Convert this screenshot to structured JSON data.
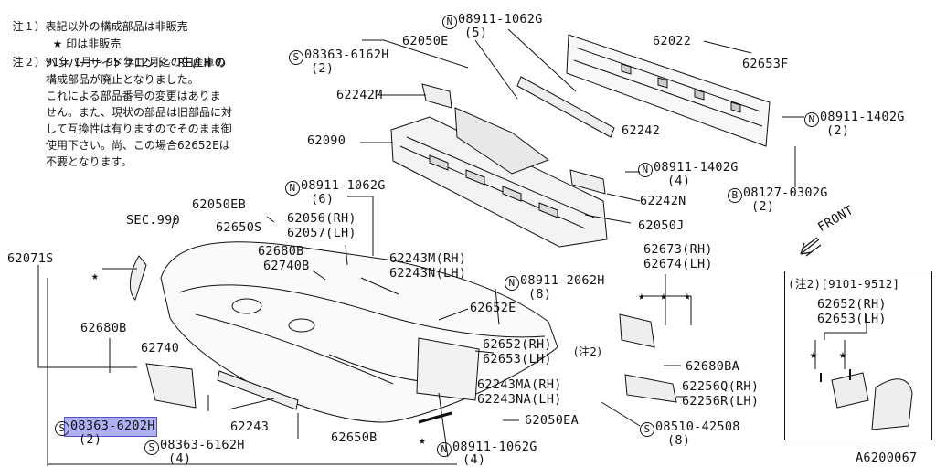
{
  "notes": {
    "n1_prefix": "注１）",
    "n1_text": "表記以外の構成部品は非販売",
    "n1b_text": "★ 印は非販売",
    "n2_prefix": "注２）",
    "n2_lines": [
      "91年 1月～ 95 年12月迄の生産車の",
      "バンパーサイドフロント　RH/LH の",
      "構成部品が廃止となりました。",
      "これによる部品番号の変更はありま",
      "せん。また、現状の部品は旧部品に対",
      "して互換性は有りますのでそのまま御",
      "使用下さい。尚、この場合62652Eは",
      "不要となります。"
    ]
  },
  "labels": {
    "p08911_1062g_top": "08911-1062G",
    "q5": "(5)",
    "p62050e": "62050E",
    "p08363_6162h_top": "08363-6162H",
    "q2a": "(2)",
    "p62022": "62022",
    "p62653f": "62653F",
    "p62242m": "62242M",
    "p08911_1402g_right": "08911-1402G",
    "q2b": "(2)",
    "p62242": "62242",
    "p62090": "62090",
    "p08911_1402g_mid": "08911-1402G",
    "q4a": "(4)",
    "p08127_0302g": "08127-0302G",
    "q2c": "(2)",
    "p08911_1062g_mid": "08911-1062G",
    "q6": "(6)",
    "p62242n": "62242N",
    "p62050eb": "62050EB",
    "sec990": "SEC.990",
    "p62650s": "62650S",
    "p62056": "62056(RH)",
    "p62057": "62057(LH)",
    "p62050j": "62050J",
    "front": "FRONT",
    "p62071s": "62071S",
    "p62680b_top": "62680B",
    "p62740b": "62740B",
    "p62243m": "62243M(RH)",
    "p62243n": "62243N(LH)",
    "p62673": "62673(RH)",
    "p62674": "62674(LH)",
    "p08911_2062h": "08911-2062H",
    "q8a": "(8)",
    "p62652e": "62652E",
    "inset_title": "(注2)[9101-9512]",
    "inset_p62652": "62652(RH)",
    "inset_p62653": "62653(LH)",
    "p62680b_left": "62680B",
    "p62740": "62740",
    "p62652_rh": "62652(RH)",
    "note2_ref": "(注2)",
    "p62653_lh": "62653(LH)",
    "p62680ba": "62680BA",
    "p62243ma": "62243MA(RH)",
    "p62243na": "62243NA(LH)",
    "p62256q": "62256Q(RH)",
    "p62256r": "62256R(LH)",
    "p08363_6202h": "08363-6202H",
    "q2d": "(2)",
    "p62243": "62243",
    "p62050ea": "62050EA",
    "p08510_42508": "08510-42508",
    "q8b": "(8)",
    "p08363_6162h_bot": "08363-6162H",
    "q4b": "(4)",
    "p62650b": "62650B",
    "p08911_1062g_bot": "08911-1062G",
    "q4c": "(4)",
    "ref_code": "A6200067"
  },
  "symbols": {
    "n": "N",
    "s": "S",
    "b": "B",
    "star": "★"
  },
  "colors": {
    "highlight": "#5050d0",
    "ink": "#111111"
  }
}
